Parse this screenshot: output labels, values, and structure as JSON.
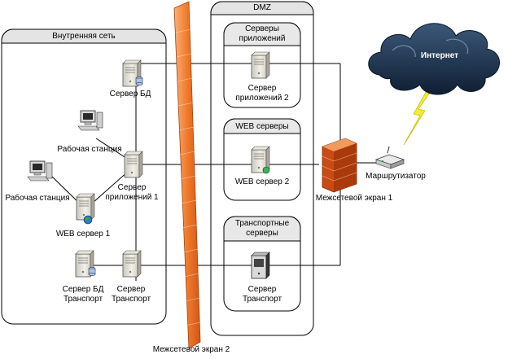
{
  "zones": {
    "internal": "Внутренняя сеть",
    "dmz": "DMZ",
    "app_servers": "Серверы\nприложений",
    "web_servers": "WEB серверы",
    "transport_servers": "Транспортные\nсерверы"
  },
  "nodes": {
    "db_server": "Сервер БД",
    "workstation_1": "Рабочая станция",
    "workstation_2": "Рабочая станция",
    "app_server_1": "Сервер\nприложений 1",
    "web_server_1": "WEB сервер 1",
    "db_transport": "Сервер БД\nТранспорт",
    "transport_server": "Сервер\nТранспорт",
    "app_server_2": "Сервер\nприложений 2",
    "web_server_2": "WEB сервер 2",
    "dmz_transport": "Сервер\nТранспорт",
    "firewall_1": "Межсетевой экран 1",
    "firewall_2": "Межсетевой экран 2",
    "router": "Маршрутизатор",
    "internet": "Интернет"
  },
  "colors": {
    "firewall2": "#f07a2a",
    "firewall1": "#e4611c",
    "cloud": "#1f3550",
    "lightning": "#f4ee2a"
  }
}
